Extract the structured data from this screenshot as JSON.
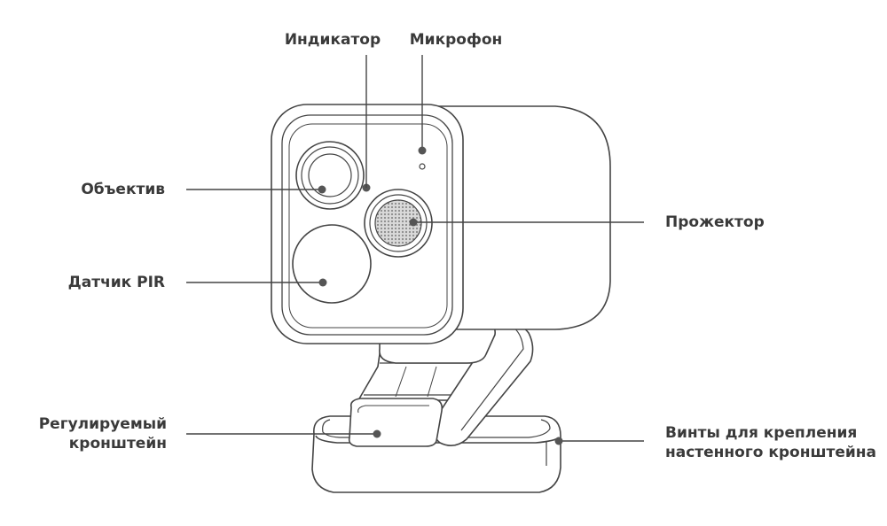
{
  "labels": {
    "indicator": "Индикатор",
    "microphone": "Микрофон",
    "lens": "Объектив",
    "pir": "Датчик PIR",
    "projector": "Прожектор",
    "bracket": [
      "Регулируемый",
      "кронштейн"
    ],
    "screws": [
      "Винты для крепления",
      "настенного кронштейна"
    ]
  },
  "colors": {
    "line": "#444444",
    "text": "#3a3a3a",
    "dot": "#555555"
  }
}
